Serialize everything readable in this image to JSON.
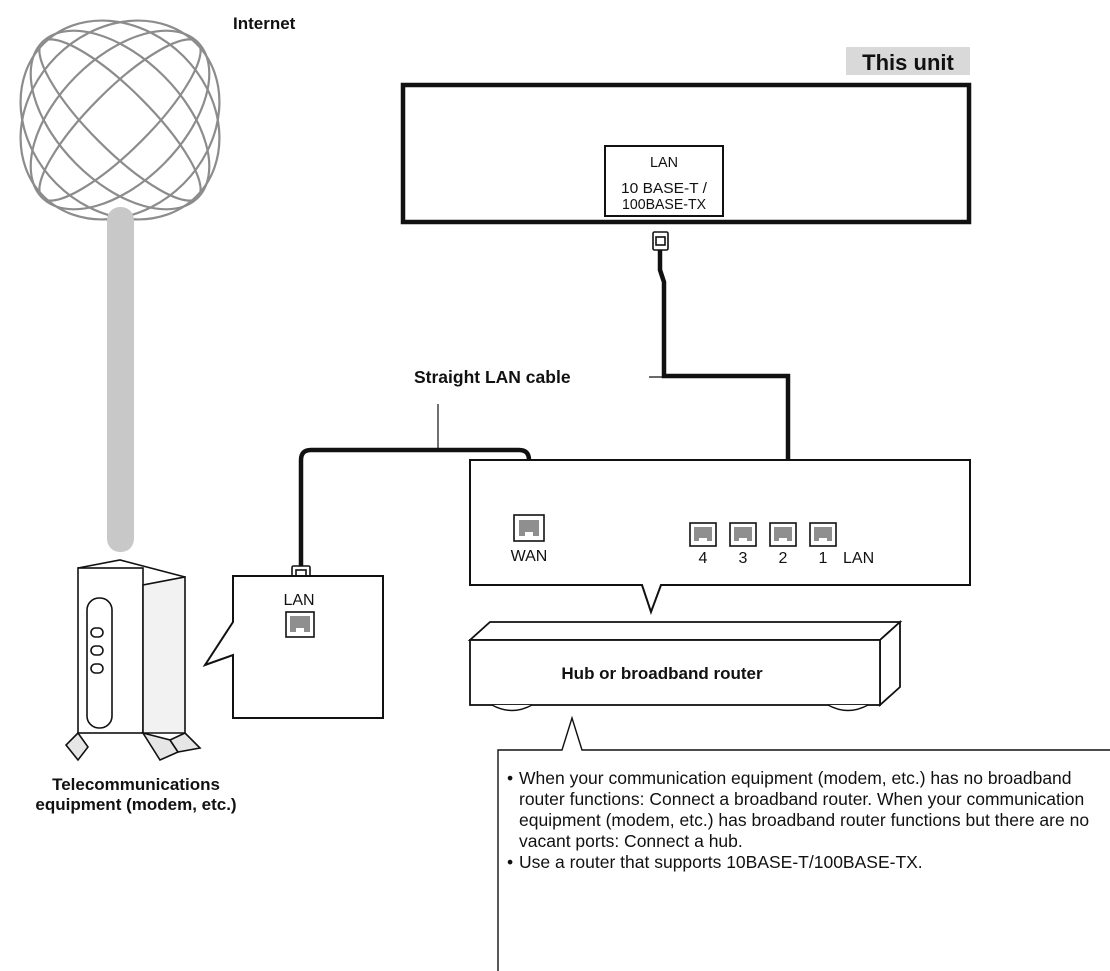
{
  "labels": {
    "internet": "Internet",
    "this_unit": "This unit",
    "unit_port_line1": "LAN",
    "unit_port_line2": "10 BASE-T /",
    "unit_port_line3": "100BASE-TX",
    "cable": "Straight LAN cable",
    "wan": "WAN",
    "lan_ports": [
      "4",
      "3",
      "2",
      "1"
    ],
    "lan_group": "LAN",
    "modem_lan": "LAN",
    "hub": "Hub or broadband router",
    "telecom_line1": "Telecommunications",
    "telecom_line2": "equipment (modem, etc.)"
  },
  "notes": [
    {
      "bullet": "•",
      "text": "When your communication equipment (modem, etc.) has no broadband router functions: Connect a broadband router. When your communication equipment (modem, etc.) has broadband router functions but there are no vacant ports: Connect a hub."
    },
    {
      "bullet": "•",
      "text": "Use a router that supports 10BASE-T/100BASE-TX."
    }
  ],
  "colors": {
    "cable": "#111111",
    "pole": "#c8c8c8",
    "globe_lines": "#8c8c8c",
    "label_bg": "#d9d9d9",
    "modem_shade": "#e6e6e6"
  },
  "icons": [
    "globe-icon",
    "modem-icon",
    "rj45-plug-icon",
    "lan-jack-icon",
    "router-box-icon"
  ]
}
